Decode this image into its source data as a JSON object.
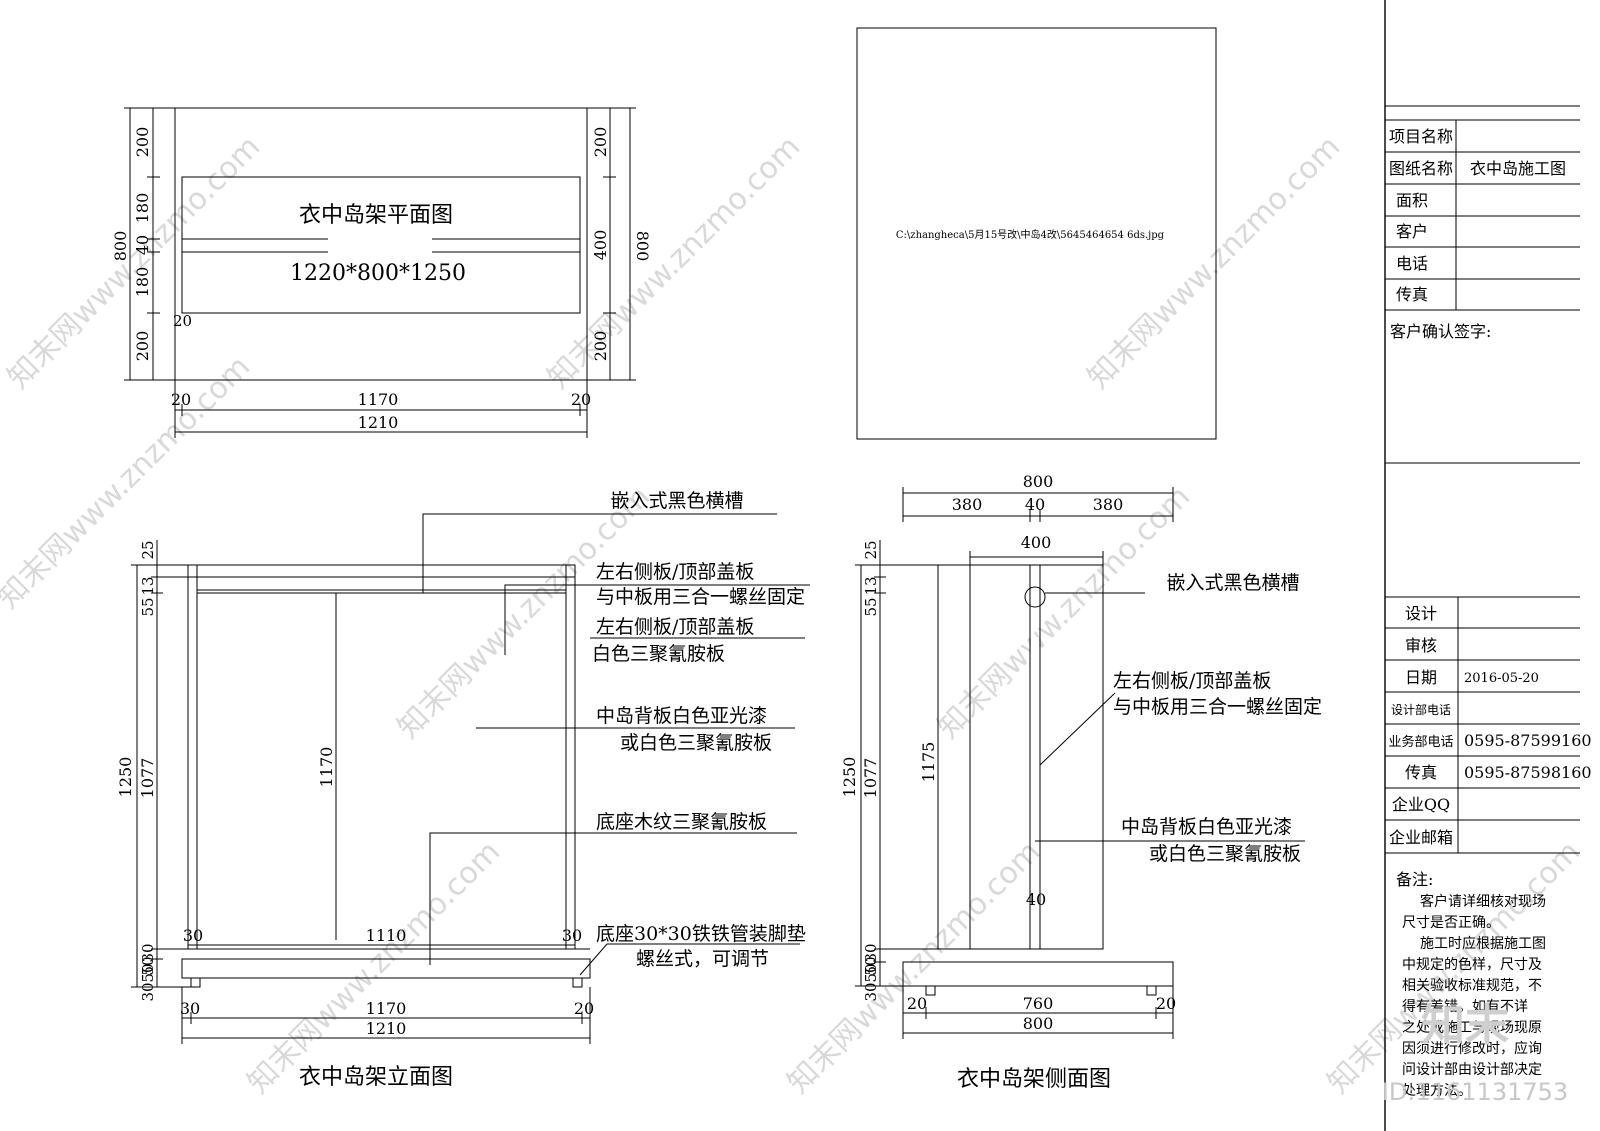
{
  "plan": {
    "title": "衣中岛架平面图",
    "size": "1220*800*1250",
    "dims_left": [
      "800",
      "200",
      "180",
      "40",
      "180",
      "200"
    ],
    "dims_right": [
      "200",
      "400",
      "800",
      "200"
    ],
    "dims_bottom": [
      "20",
      "1170",
      "20",
      "1210"
    ],
    "dim_inner": "20"
  },
  "image_box": {
    "path": "C:\\zhangheca\\5月15号改\\中岛4改\\5645464654 6ds.jpg"
  },
  "elevation": {
    "title": "衣中岛架立面图",
    "dims_left": [
      "1250",
      "25",
      "13",
      "55",
      "1077",
      "30",
      "50",
      "30",
      "50"
    ],
    "dim_center": "1170",
    "dims_bottom": [
      "30",
      "1110",
      "30",
      "30",
      "1170",
      "20",
      "1210"
    ],
    "notes": [
      "嵌入式黑色横槽",
      "左右侧板/顶部盖板",
      "与中板用三合一螺丝固定",
      "左右侧板/顶部盖板",
      "白色三聚氰胺板",
      "中岛背板白色亚光漆",
      "或白色三聚氰胺板",
      "底座木纹三聚氰胺板",
      "底座30*30铁铁管装脚垫",
      "螺丝式，可调节"
    ]
  },
  "side": {
    "title": "衣中岛架侧面图",
    "dims_top": [
      "800",
      "380",
      "40",
      "380",
      "400"
    ],
    "dims_left": [
      "1250",
      "25",
      "13",
      "55",
      "1077",
      "1175",
      "30",
      "50",
      "30",
      "50"
    ],
    "dim_inner": "40",
    "dims_bottom": [
      "20",
      "760",
      "20",
      "800"
    ],
    "notes": [
      "嵌入式黑色横槽",
      "左右侧板/顶部盖板",
      "与中板用三合一螺丝固定",
      "中岛背板白色亚光漆",
      "或白色三聚氰胺板"
    ]
  },
  "title_block": {
    "rows_top": [
      {
        "label": "项目名称",
        "value": ""
      },
      {
        "label": "图纸名称",
        "value": "衣中岛施工图"
      },
      {
        "label": "面积",
        "value": ""
      },
      {
        "label": "客户",
        "value": ""
      },
      {
        "label": "电话",
        "value": ""
      },
      {
        "label": "传真",
        "value": ""
      }
    ],
    "signature_label": "客户确认签字:",
    "rows_bottom": [
      {
        "label": "设计",
        "value": ""
      },
      {
        "label": "审核",
        "value": ""
      },
      {
        "label": "日期",
        "value": "2016-05-20"
      },
      {
        "label": "设计部电话",
        "value": ""
      },
      {
        "label": "业务部电话",
        "value": "0595-87599160"
      },
      {
        "label": "传真",
        "value": "0595-87598160"
      },
      {
        "label": "企业QQ",
        "value": ""
      },
      {
        "label": "企业邮箱",
        "value": ""
      }
    ],
    "remarks_title": "备注:",
    "remarks": [
      "客户请详细核对现场",
      "尺寸是否正确。",
      "施工时应根据施工图",
      "中规定的色样，尺寸及",
      "相关验收标准规范，不",
      "得有差错。如有不详",
      "之处或施工与现场现原",
      "因须进行修改时，应询",
      "问设计部由设计部决定",
      "处理方法。"
    ]
  },
  "watermark": {
    "text": "知末网www.znzmo.com",
    "logo": "知末",
    "id": "ID:1161131753"
  }
}
